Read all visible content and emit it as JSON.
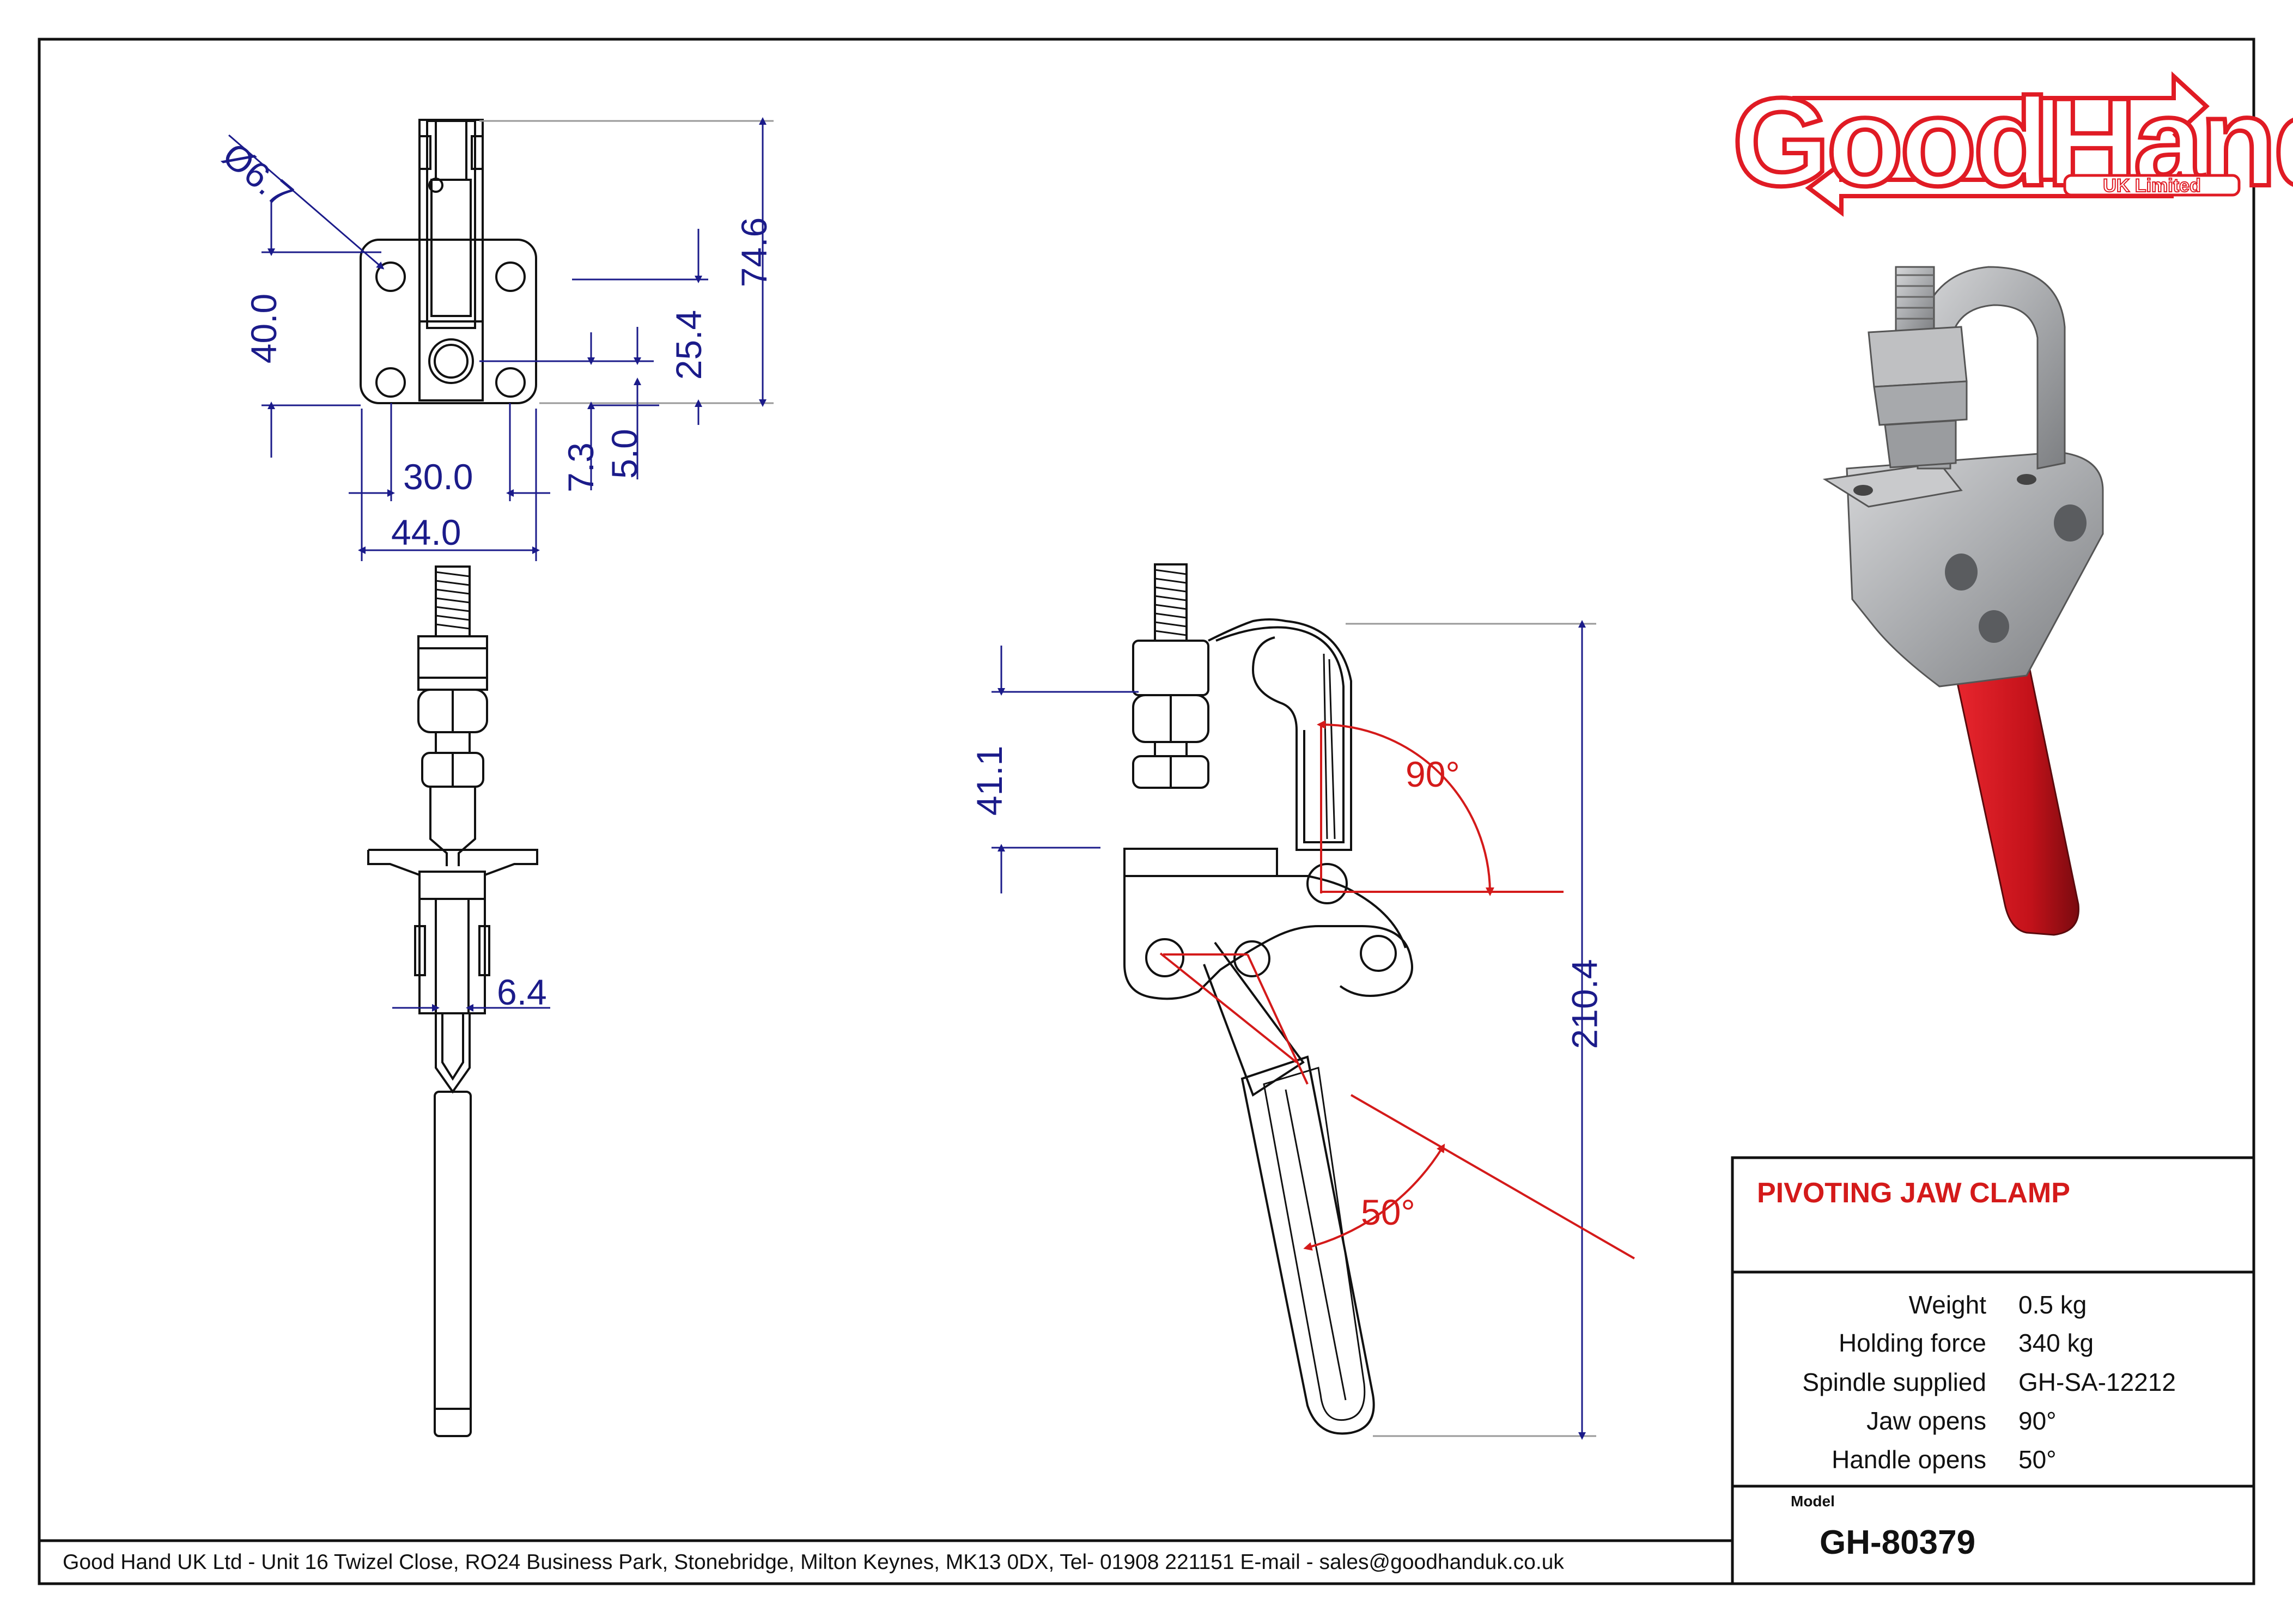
{
  "brand": {
    "name": "GoodHand",
    "sub": "UK Limited",
    "color": "#e01b24"
  },
  "colors": {
    "dimension": "#1b1b8a",
    "angle": "#d41a1a",
    "handle": "#c8161e",
    "steel": "#a7a9ac"
  },
  "dimensions": {
    "hole_dia": "Ø6.7",
    "height_74_6": "74.6",
    "height_40": "40.0",
    "height_25_4": "25.4",
    "offset_7_3": "7.3",
    "offset_5_0": "5.0",
    "width_30": "30.0",
    "width_44": "44.0",
    "gap_6_4": "6.4",
    "height_41_1": "41.1",
    "height_210_4": "210.4",
    "angle_90": "90°",
    "angle_50": "50°"
  },
  "title_block": {
    "title": "PIVOTING JAW CLAMP",
    "specs": [
      {
        "label": "Weight",
        "value": "0.5 kg"
      },
      {
        "label": "Holding force",
        "value": "340 kg"
      },
      {
        "label": "Spindle supplied",
        "value": "GH-SA-12212"
      },
      {
        "label": "Jaw opens",
        "value": "90°"
      },
      {
        "label": "Handle opens",
        "value": "50°"
      }
    ],
    "model_label": "Model",
    "model": "GH-80379"
  },
  "footer": "Good Hand UK Ltd  - Unit 16 Twizel Close, RO24 Business Park, Stonebridge, Milton Keynes, MK13 0DX,  Tel- 01908 221151  E-mail - sales@goodhanduk.co.uk"
}
